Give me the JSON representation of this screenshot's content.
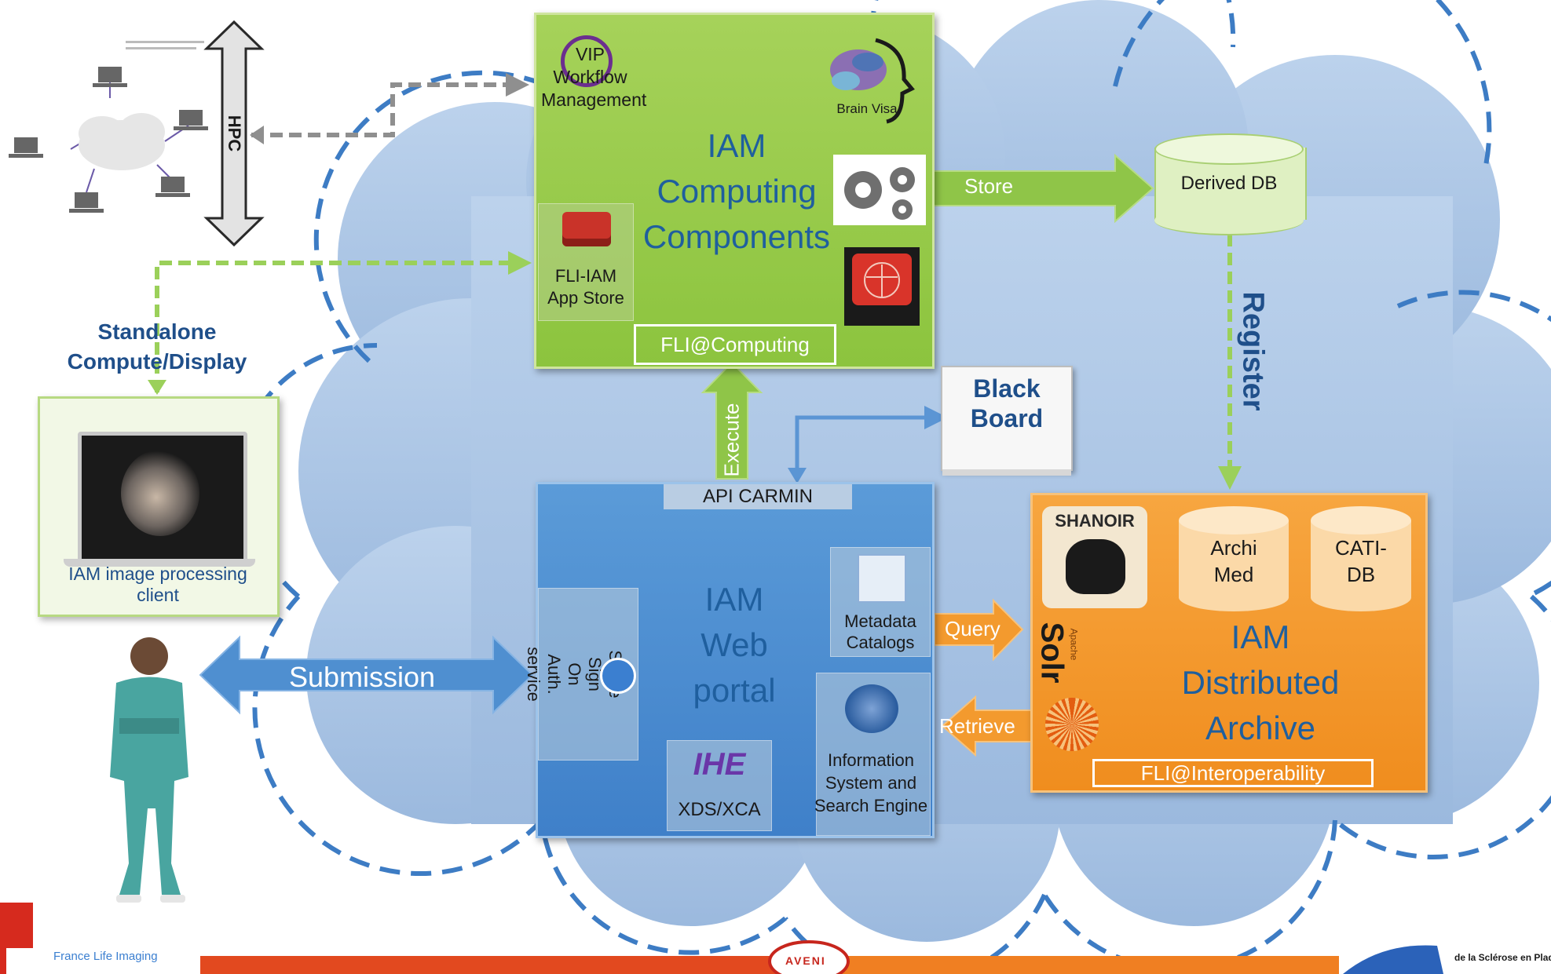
{
  "computing": {
    "title_lines": [
      "IAM",
      "Computing",
      "Components"
    ],
    "vip": "VIP Workflow Management",
    "brain_visa": "Brain Visa",
    "app_store": "FLI-IAM App Store",
    "footer": "FLI@Computing"
  },
  "hpc": {
    "label": "HPC"
  },
  "standalone": {
    "label_lines": [
      "Standalone",
      "Compute/Display"
    ]
  },
  "client": {
    "caption": "IAM image processing client"
  },
  "derived_db": "Derived DB",
  "store": "Store",
  "register": "Register",
  "execute": "Execute",
  "blackboard": {
    "lines": [
      "Black",
      "Board"
    ]
  },
  "web_portal": {
    "api": "API CARMIN",
    "title_lines": [
      "IAM",
      "Web",
      "portal"
    ],
    "sso": "Single Sign On Auth. service",
    "metadata": "Metadata Catalogs",
    "info": "Information System and Search Engine",
    "ihe": "IHE",
    "xds": "XDS/XCA"
  },
  "archive": {
    "title_lines": [
      "IAM",
      "Distributed",
      "Archive"
    ],
    "shanoir": "SHANOIR",
    "archimed": "Archi Med",
    "cati": "CATI- DB",
    "solr": "Solr",
    "apache": "Apache",
    "footer": "FLI@Interoperability"
  },
  "query": "Query",
  "retrieve": "Retrieve",
  "submission": "Submission",
  "footer_bar": {
    "left": "France Life Imaging",
    "center": "AVENI",
    "right": "de la Sclérose en Plaq"
  },
  "colors": {
    "cloud_fill": "#a9c3e3",
    "cloud_dash": "#3d7cc4",
    "green_box": "#8cc43e",
    "blue_box": "#4a89cf",
    "orange_box": "#f39a2e",
    "arrow_green": "#8fc548",
    "arrow_orange": "#f39a2e",
    "arrow_blue": "#3f80c9",
    "text_blue": "#1f5f9e"
  }
}
